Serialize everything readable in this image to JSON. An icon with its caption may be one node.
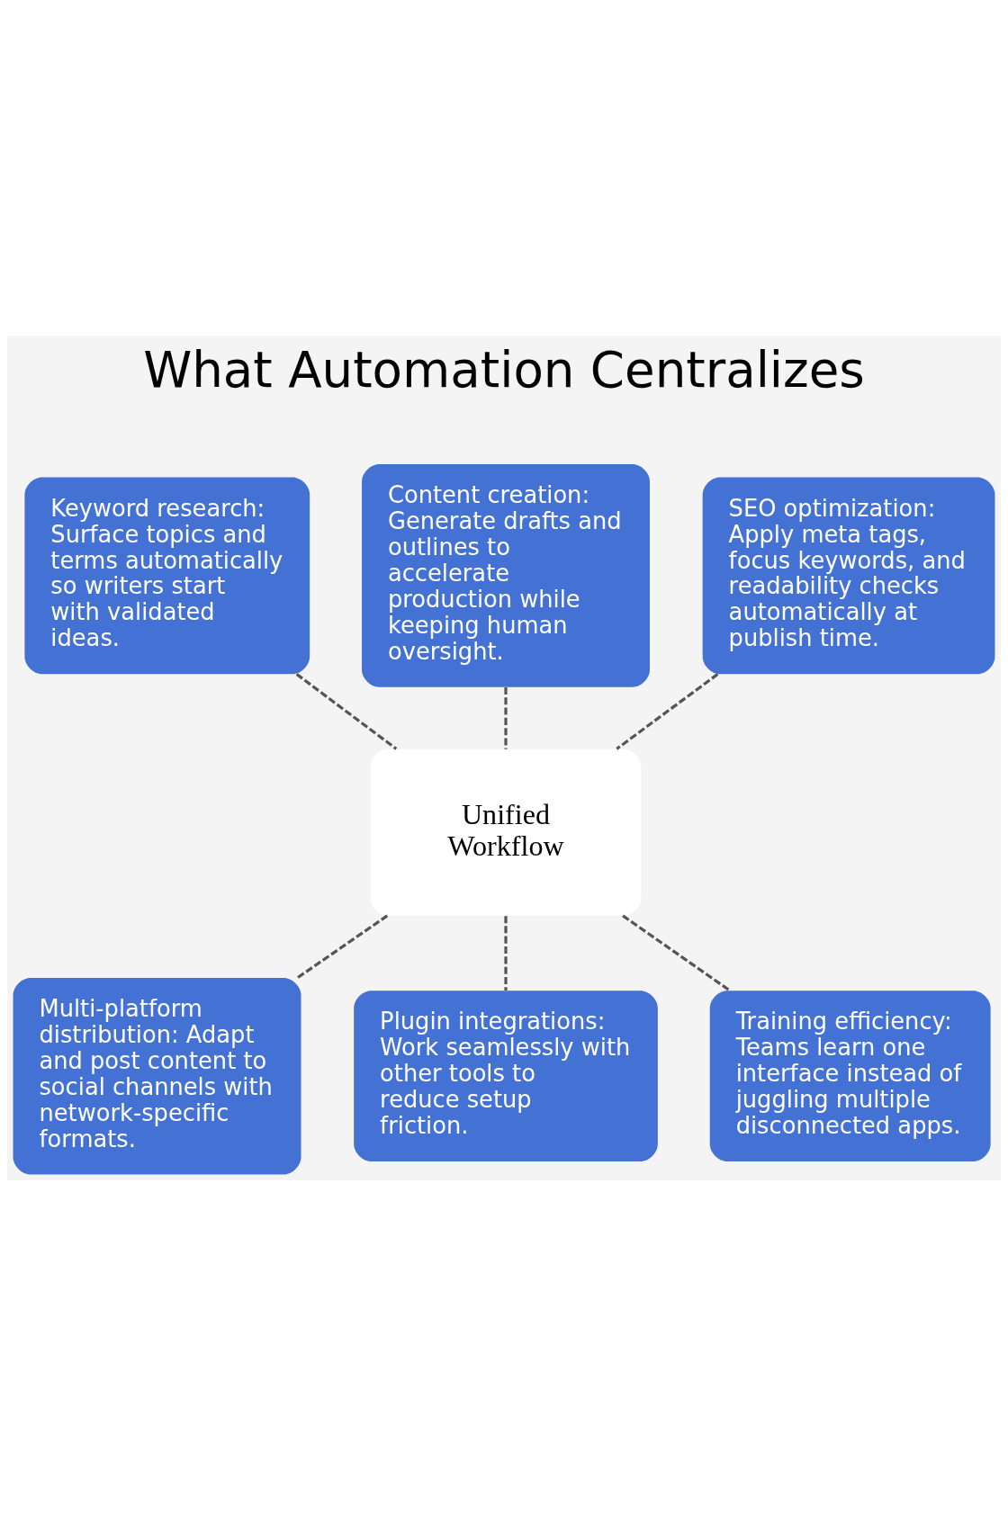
{
  "diagram": {
    "title": "What Automation Centralizes",
    "nodes": [
      {
        "text": [
          "Keyword research: Surface topics and terms automatically so writers start with validated ideas."
        ]
      },
      {
        "text": [
          "Content creation: Generate drafts and outlines to accelerate production while keeping human oversight."
        ]
      },
      {
        "text": [
          "SEO optimization: Apply meta tags, focus keywords, and readability checks automatically at publish time."
        ]
      },
      {
        "text": [
          "Unified Workflow"
        ]
      },
      {
        "text": [
          "Multi-platform distribution: Adapt and post content to social channels with network-specific formats."
        ]
      },
      {
        "text": [
          "Plugin integrations: Work seamlessly with other tools to reduce setup friction."
        ]
      },
      {
        "text": [
          "Training efficiency: Teams learn one interface instead of juggling multiple disconnected apps."
        ]
      }
    ],
    "edges": [
      {
        "from": 0,
        "to": 3,
        "arrow": "none",
        "style": "dashed"
      },
      {
        "from": 1,
        "to": 3,
        "arrow": "none",
        "style": "dashed"
      },
      {
        "from": 2,
        "to": 3,
        "arrow": "none",
        "style": "dashed"
      },
      {
        "from": 3,
        "to": 4,
        "arrow": "none",
        "style": "dashed"
      },
      {
        "from": 3,
        "to": 5,
        "arrow": "none",
        "style": "dashed"
      },
      {
        "from": 3,
        "to": 6,
        "arrow": "none",
        "style": "dashed"
      }
    ]
  }
}
